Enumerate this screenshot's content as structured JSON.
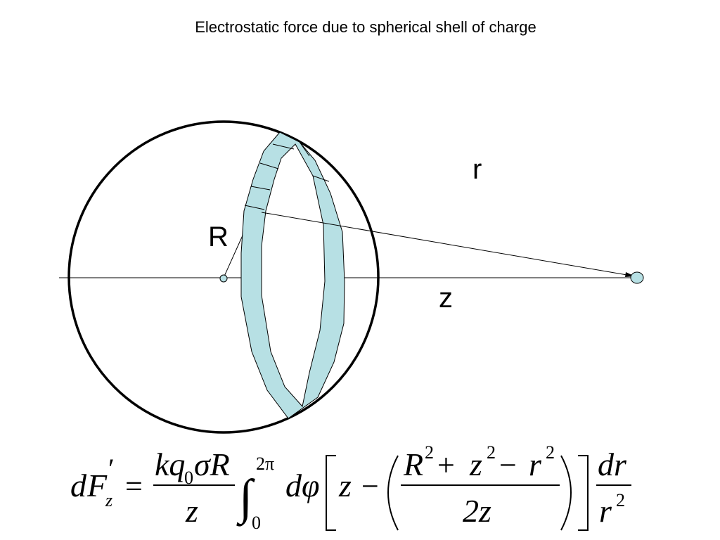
{
  "title": "Electrostatic force due to spherical shell of charge",
  "labels": {
    "r": "r",
    "R": "R",
    "z": "z"
  },
  "equation": {
    "lhs_d": "d",
    "lhs_F": "F",
    "lhs_sub": "z",
    "lhs_prime": "′",
    "equals": "=",
    "frac1_num_k": "kq",
    "frac1_num_sub": "0",
    "frac1_num_sigma": "σR",
    "frac1_den": "z",
    "integral": "∫",
    "int_upper": "2π",
    "int_lower": "0",
    "dphi": "dφ",
    "z_term": "z",
    "minus": "−",
    "num_R": "R",
    "num_sup1": "2",
    "plus": "+",
    "num_z": "z",
    "num_sup2": "2",
    "minus2": "−",
    "num_r": "r",
    "num_sup3": "2",
    "den_2z": "2z",
    "frac3_num": "dr",
    "frac3_den_r": "r",
    "frac3_den_sup": "2"
  },
  "colors": {
    "band_fill": "#b7e0e4",
    "stroke": "#000000"
  }
}
